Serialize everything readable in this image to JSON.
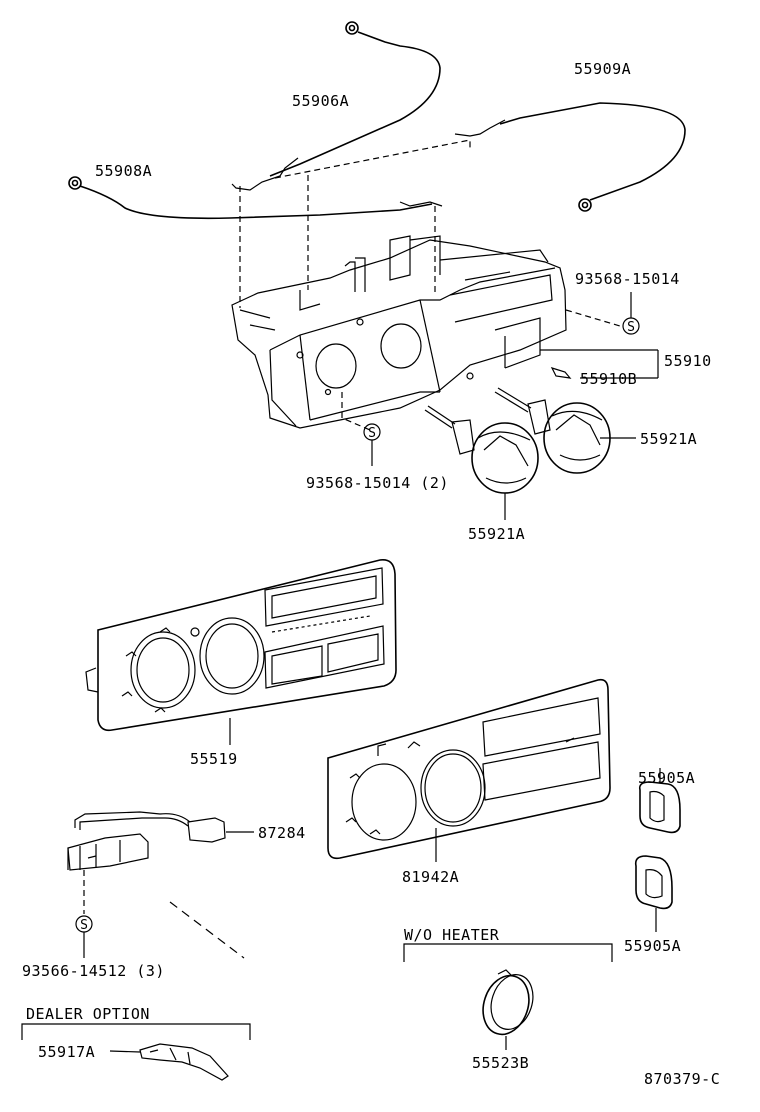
{
  "diagram": {
    "parts": {
      "p55906A": "55906A",
      "p55909A": "55909A",
      "p55908A": "55908A",
      "p93568_top": "93568-15014",
      "p55910": "55910",
      "p55910B": "55910B",
      "p55921A_right": "55921A",
      "p93568_bottom": "93568-15014 (2)",
      "p55921A_bottom": "55921A",
      "p55519": "55519",
      "p55905A_top": "55905A",
      "p87284": "87284",
      "p81942A": "81942A",
      "p93566": "93566-14512 (3)",
      "p55905A_bottom": "55905A",
      "p55523B": "55523B",
      "p55917A": "55917A"
    },
    "groups": {
      "wo_heater": "W/O HEATER",
      "dealer_option": "DEALER OPTION"
    },
    "screw_symbol": "S",
    "drawing_number": "870379-C"
  }
}
